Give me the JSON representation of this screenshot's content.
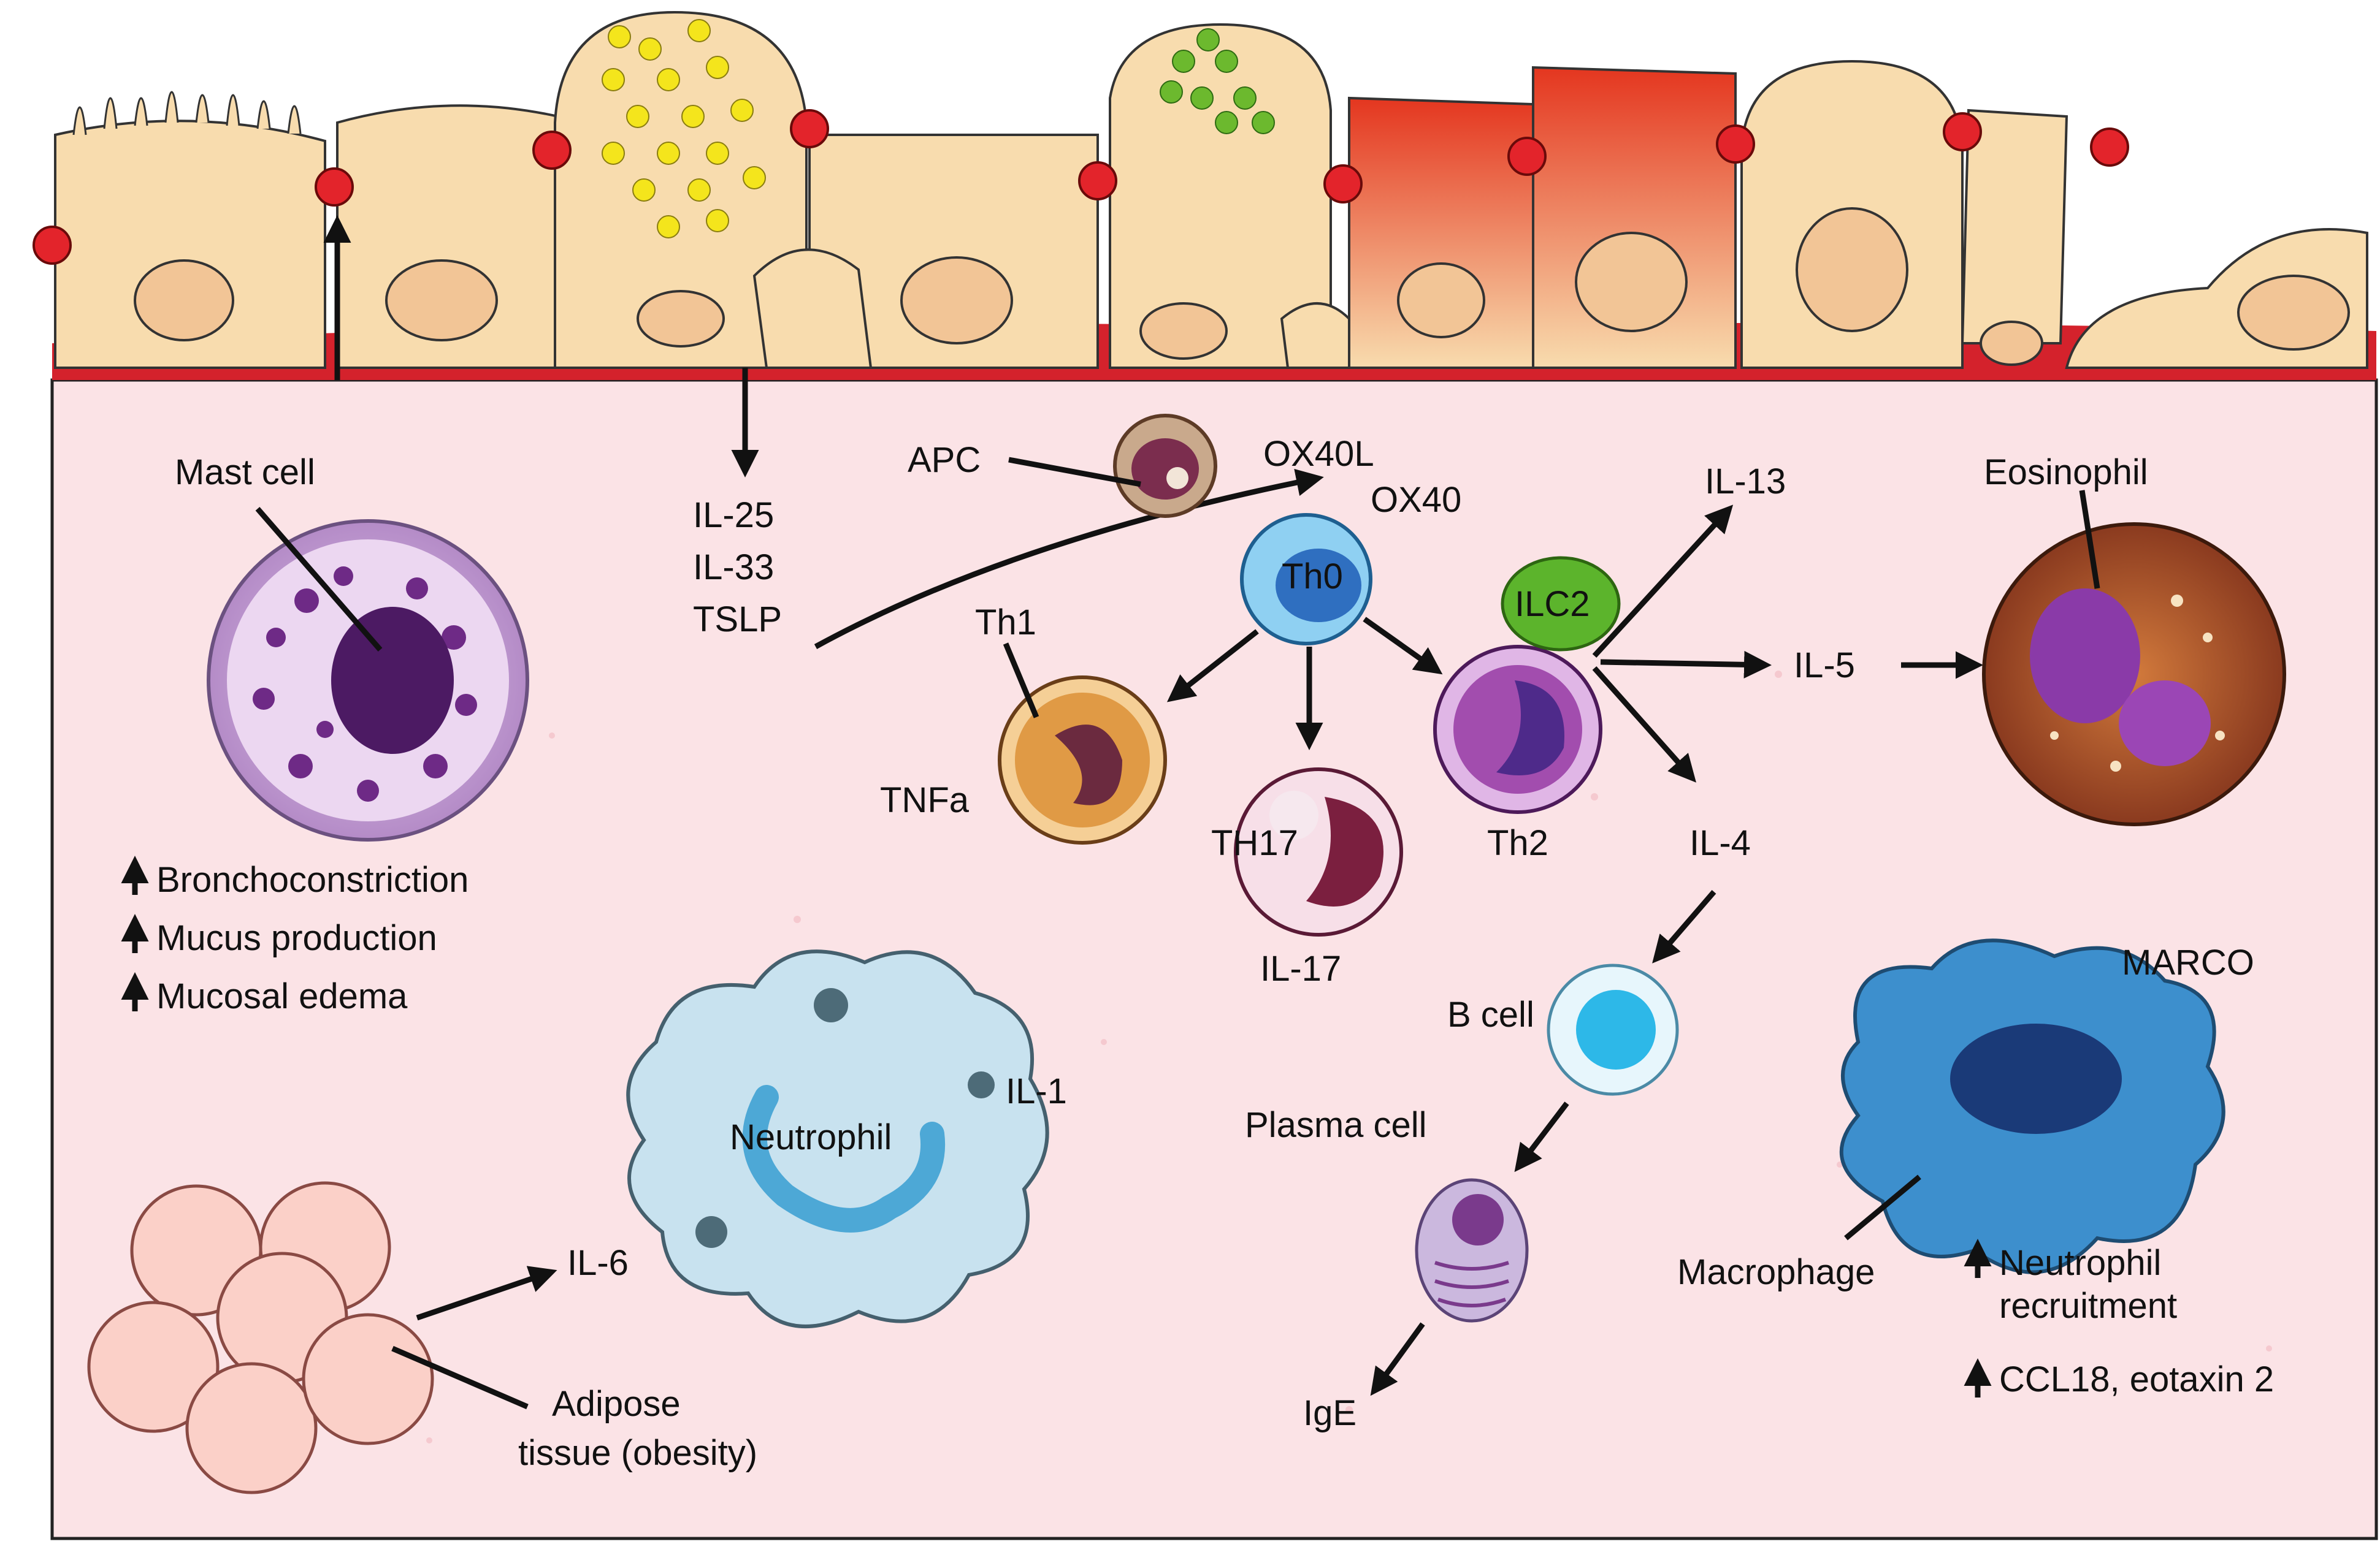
{
  "labels": {
    "mast_cell": "Mast cell",
    "apc": "APC",
    "ox40l": "OX40L",
    "ox40": "OX40",
    "il25": "IL-25",
    "il33": "IL-33",
    "tslp": "TSLP",
    "th0": "Th0",
    "th1": "Th1",
    "tnfa": "TNFa",
    "th17": "TH17",
    "il17": "IL-17",
    "th2": "Th2",
    "ilc2": "ILC2",
    "il13": "IL-13",
    "il5": "IL-5",
    "il4": "IL-4",
    "eosinophil": "Eosinophil",
    "b_cell": "B cell",
    "plasma_cell": "Plasma cell",
    "ige": "IgE",
    "il1": "IL-1",
    "neutrophil": "Neutrophil",
    "il6": "IL-6",
    "adipose_line1": "Adipose",
    "adipose_line2": "tissue (obesity)",
    "marco": "MARCO",
    "macrophage": "Macrophage"
  },
  "effects_mast": [
    "Bronchoconstriction",
    "Mucus production",
    "Mucosal edema"
  ],
  "effects_macrophage": {
    "neutrophil_line1": "Neutrophil",
    "neutrophil_line2": "recruitment",
    "ccl18": "CCL18, eotaxin 2"
  },
  "colors": {
    "tissue": "#fbe3e6",
    "membrane": "#d4222c",
    "epithelium": "#f8dcae",
    "junction": "#e3242b",
    "goblet_yellow": "#f4e51c",
    "goblet_green": "#6cb92e",
    "mast": "#6e2a86",
    "th0": "#2f8fd4",
    "ilc2": "#5cb42c",
    "eosinophil": "#b4542d",
    "b_cell": "#2db8e8",
    "macrophage": "#3d8fcd",
    "neutrophil": "#c8e2ef",
    "adipose": "#fbd0c8"
  }
}
